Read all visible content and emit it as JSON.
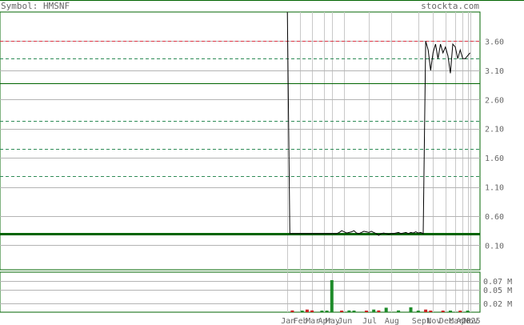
{
  "header": {
    "symbol_text": "Symbol: HMSNF",
    "site_text": "stockta.com"
  },
  "colors": {
    "frame": "#006400",
    "price_line": "#000000",
    "grid_vertical": "#c8c8c8",
    "grid_price": "#b4b4b4",
    "ma_dashed": "#2e8b57",
    "resistance_dashed": "#dd3344",
    "support_solid": "#006400",
    "volume_up": "#1e8b2a",
    "volume_down": "#cc2222",
    "label_text": "#666666"
  },
  "chart_data": [
    {
      "type": "line",
      "title": "Symbol: HMSNF",
      "price_axis": {
        "ylim": [
          -0.32,
          4.1
        ],
        "tick_labels": [
          "3.60",
          "3.10",
          "2.60",
          "2.10",
          "1.60",
          "1.10",
          "0.60",
          "0.10"
        ],
        "tick_values": [
          3.6,
          3.1,
          2.6,
          2.1,
          1.6,
          1.1,
          0.6,
          0.1
        ],
        "side": "right"
      },
      "x_axis": {
        "tick_labels": [
          "Jan",
          "Feb",
          "Mar",
          "Apr",
          "May",
          "Jun",
          "Jul",
          "Aug",
          "Sept",
          "Nov",
          "Dec",
          "Mar",
          "Apr",
          "2025",
          "Nov"
        ],
        "tick_index": [
          0,
          5,
          10,
          15,
          18,
          23,
          33,
          42,
          53,
          59,
          64,
          68,
          71,
          73,
          74
        ],
        "range": [
          -2,
          78
        ],
        "grid": true
      },
      "reference_lines": [
        {
          "kind": "resistance",
          "style": "dashed",
          "value": 3.6
        },
        {
          "kind": "moving-average",
          "style": "dashed",
          "value": 3.3
        },
        {
          "kind": "support",
          "style": "solid",
          "value": 2.88
        },
        {
          "kind": "moving-average",
          "style": "dashed",
          "value": 2.23
        },
        {
          "kind": "moving-average",
          "style": "dashed",
          "value": 1.75
        },
        {
          "kind": "moving-average",
          "style": "dashed",
          "value": 1.28
        },
        {
          "kind": "support",
          "style": "thick",
          "value": 0.3
        }
      ],
      "series": [
        {
          "values": [
            4.1,
            0.3,
            0.3,
            0.3,
            0.3,
            0.3,
            0.3,
            0.3,
            0.3,
            0.3,
            0.3,
            0.3,
            0.3,
            0.3,
            0.3,
            0.3,
            0.3,
            0.3,
            0.3,
            0.3,
            0.3,
            0.32,
            0.35,
            0.33,
            0.31,
            0.32,
            0.33,
            0.35,
            0.31,
            0.3,
            0.32,
            0.34,
            0.33,
            0.32,
            0.34,
            0.32,
            0.3,
            0.27,
            0.3,
            0.31,
            0.3,
            0.29,
            0.3,
            0.3,
            0.31,
            0.32,
            0.3,
            0.31,
            0.32,
            0.3,
            0.32,
            0.31,
            0.33,
            0.31,
            0.32,
            0.3,
            3.6,
            3.45,
            3.1,
            3.4,
            3.55,
            3.3,
            3.55,
            3.4,
            3.5,
            3.35,
            3.05,
            3.55,
            3.5,
            3.3,
            3.45,
            3.3,
            3.3,
            3.35,
            3.4
          ]
        }
      ]
    },
    {
      "type": "bar",
      "volume_axis": {
        "ylim": [
          0,
          0.09
        ],
        "tick_labels": [
          "0.07 M",
          "0.05 M",
          "0.02 M"
        ],
        "tick_values": [
          0.07,
          0.05,
          0.02
        ],
        "side": "right"
      },
      "bars": [
        {
          "index": 2,
          "value": 0.004,
          "direction": "down"
        },
        {
          "index": 6,
          "value": 0.002,
          "direction": "up"
        },
        {
          "index": 8,
          "value": 0.006,
          "direction": "down"
        },
        {
          "index": 10,
          "value": 0.004,
          "direction": "down"
        },
        {
          "index": 14,
          "value": 0.002,
          "direction": "up"
        },
        {
          "index": 16,
          "value": 0.003,
          "direction": "up"
        },
        {
          "index": 18,
          "value": 0.072,
          "direction": "up"
        },
        {
          "index": 22,
          "value": 0.003,
          "direction": "down"
        },
        {
          "index": 25,
          "value": 0.004,
          "direction": "up"
        },
        {
          "index": 27,
          "value": 0.003,
          "direction": "up"
        },
        {
          "index": 32,
          "value": 0.003,
          "direction": "down"
        },
        {
          "index": 35,
          "value": 0.006,
          "direction": "up"
        },
        {
          "index": 37,
          "value": 0.004,
          "direction": "down"
        },
        {
          "index": 40,
          "value": 0.01,
          "direction": "up"
        },
        {
          "index": 45,
          "value": 0.004,
          "direction": "up"
        },
        {
          "index": 50,
          "value": 0.011,
          "direction": "up"
        },
        {
          "index": 53,
          "value": 0.003,
          "direction": "up"
        },
        {
          "index": 56,
          "value": 0.006,
          "direction": "down"
        },
        {
          "index": 58,
          "value": 0.002,
          "direction": "down"
        },
        {
          "index": 63,
          "value": 0.002,
          "direction": "down"
        },
        {
          "index": 66,
          "value": 0.002,
          "direction": "up"
        },
        {
          "index": 70,
          "value": 0.002,
          "direction": "down"
        },
        {
          "index": 73,
          "value": 0.002,
          "direction": "up"
        }
      ]
    }
  ]
}
